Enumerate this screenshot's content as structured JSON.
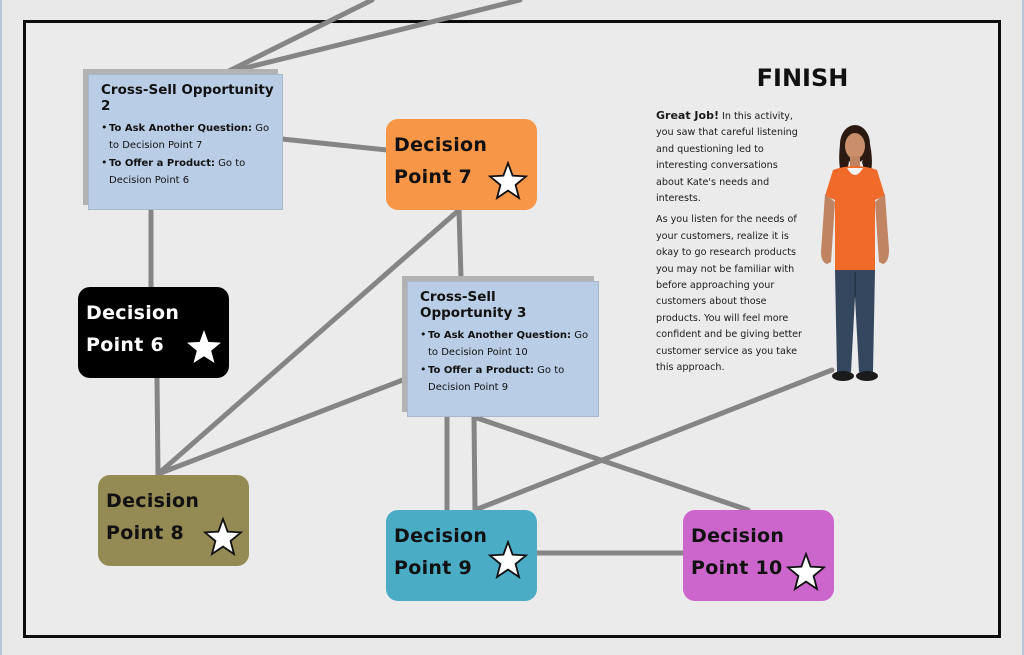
{
  "finish": {
    "title": "FINISH",
    "lead": "Great Job!",
    "paragraph1": " In this activity, you saw that careful listening and questioning led to interesting conversations about Kate's needs and interests.",
    "paragraph2": "As you listen for the needs of your customers, realize it is okay to go research products you may not be familiar with before approaching your customers about those products. You will feel more confident and be giving better customer service as you take this approach."
  },
  "cards": {
    "cross_sell_2": {
      "title": "Cross-Sell Opportunity 2",
      "option1_label": "To Ask Another Question:",
      "option1_text": "  Go to Decision Point 7",
      "option2_label": "To Offer a Product:",
      "option2_text": "  Go to Decision Point 6"
    },
    "cross_sell_3": {
      "title": "Cross-Sell Opportunity 3",
      "option1_label": "To Ask Another Question:",
      "option1_text": "  Go to Decision Point 10",
      "option2_label": "To Offer a Product:",
      "option2_text": "  Go to Decision Point 9"
    }
  },
  "nodes": {
    "dp6": {
      "label": "Decision\nPoint 6",
      "color": "#000000",
      "text_color": "#ffffff",
      "star": "filled-white"
    },
    "dp7": {
      "label": "Decision\nPoint 7",
      "color": "#f79646",
      "text_color": "#111111",
      "star": "outline"
    },
    "dp8": {
      "label": "Decision\nPoint 8",
      "color": "#948a54",
      "text_color": "#111111",
      "star": "outline"
    },
    "dp9": {
      "label": "Decision\nPoint 9",
      "color": "#4bacc6",
      "text_color": "#111111",
      "star": "outline"
    },
    "dp10": {
      "label": "Decision\nPoint 10",
      "color": "#cc66cc",
      "text_color": "#111111",
      "star": "outline"
    }
  },
  "colors": {
    "connector": "#858585",
    "card_bg": "#b9cde6",
    "frame": "#0c0c0c",
    "shirt": "#f06a2a",
    "jeans": "#34475e"
  },
  "icons": {
    "star": "star-icon",
    "person": "person-illustration"
  }
}
